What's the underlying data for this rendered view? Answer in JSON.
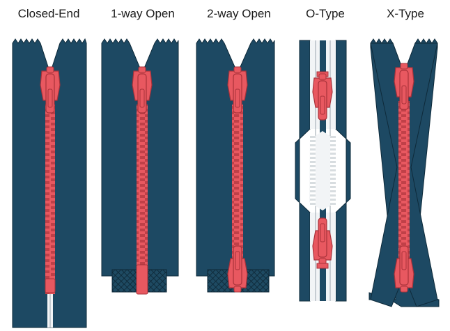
{
  "labels": {
    "closed_end": "Closed-End",
    "one_way_open": "1-way Open",
    "two_way_open": "2-way Open",
    "o_type": "O-Type",
    "x_type": "X-Type"
  },
  "colors": {
    "tape": "#1d4963",
    "tape_dark": "#163a50",
    "teeth": "#e85860",
    "slider": "#e85860",
    "slider_dark": "#a8323a",
    "gap": "#f2f4f6",
    "box": "#1e4a62"
  }
}
